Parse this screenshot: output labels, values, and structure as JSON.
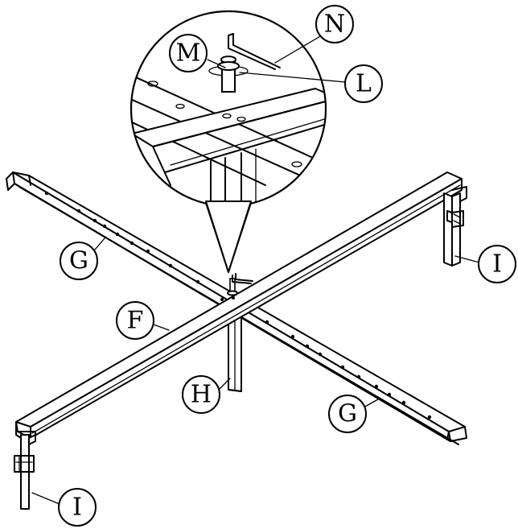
{
  "callouts": {
    "n": "N",
    "m": "M",
    "l": "L",
    "g_left": "G",
    "i_right": "I",
    "f": "F",
    "h": "H",
    "g_right": "G",
    "i_left": "I"
  }
}
